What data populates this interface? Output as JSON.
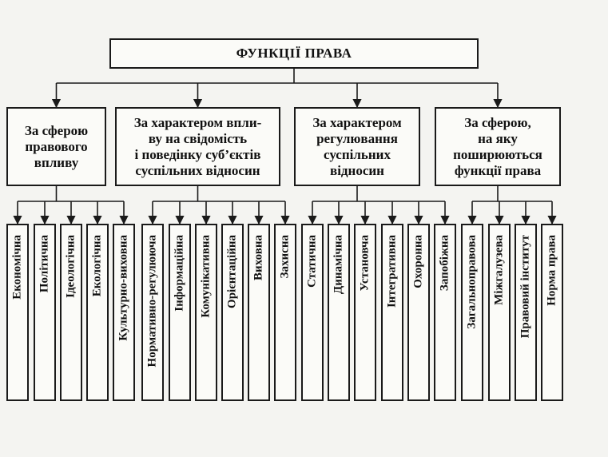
{
  "title": "ФУНКЦІЇ ПРАВА",
  "groups": [
    {
      "label": "За сферою правового впливу",
      "lines": [
        "За сферою",
        "правового",
        "впливу"
      ],
      "items": [
        "Економічна",
        "Політична",
        "Ідеологічна",
        "Екологічна",
        "Культурно-виховна"
      ]
    },
    {
      "label": "За характером впливу на свідомість і поведінку суб’єктів суспільних відносин",
      "lines": [
        "За характером впли-",
        "ву на свідомість",
        "і поведінку суб’єктів",
        "суспільних відносин"
      ],
      "items": [
        "Нормативно-регулююча",
        "Інформаційна",
        "Комунікативна",
        "Орієнтаційна",
        "Виховна",
        "Захисна"
      ]
    },
    {
      "label": "За характером регулювання суспільних відносин",
      "lines": [
        "За характером",
        "регулювання",
        "суспільних",
        "відносин"
      ],
      "items": [
        "Статична",
        "Динамічна",
        "Установча",
        "Інтегративна",
        "Охоронна",
        "Запобіжна"
      ]
    },
    {
      "label": "За сферою, на яку поширюються функції права",
      "lines": [
        "За сферою,",
        "на яку",
        "поширюються",
        "функції права"
      ],
      "items": [
        "Загальноправова",
        "Міжгалузева",
        "Правовий інститут",
        "Норма права"
      ]
    }
  ]
}
